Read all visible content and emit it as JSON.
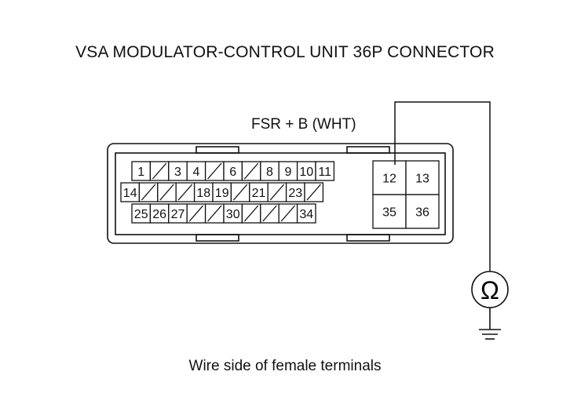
{
  "diagram": {
    "title": "VSA MODULATOR-CONTROL UNIT 36P CONNECTOR",
    "wire_label": "FSR  + B (WHT)",
    "caption": "Wire side of female terminals",
    "meter_symbol": "Ω",
    "meter_icon": "ohmmeter-icon",
    "ground_icon": "ground-icon",
    "colors": {
      "line": "#111111",
      "background": "#ffffff"
    },
    "main_block": {
      "rows": [
        [
          "1",
          "/",
          "3",
          "4",
          "/",
          "6",
          "/",
          "8",
          "9",
          "10",
          "11"
        ],
        [
          "14",
          "/",
          "/",
          "/",
          "18",
          "19",
          "/",
          "21",
          "/",
          "23",
          "/"
        ],
        [
          "25",
          "26",
          "27",
          "/",
          "/",
          "30",
          "/",
          "/",
          "/",
          "34"
        ]
      ]
    },
    "side_block": {
      "rows": [
        [
          "12",
          "13"
        ],
        [
          "35",
          "36"
        ]
      ]
    },
    "probe_terminal": "12"
  }
}
